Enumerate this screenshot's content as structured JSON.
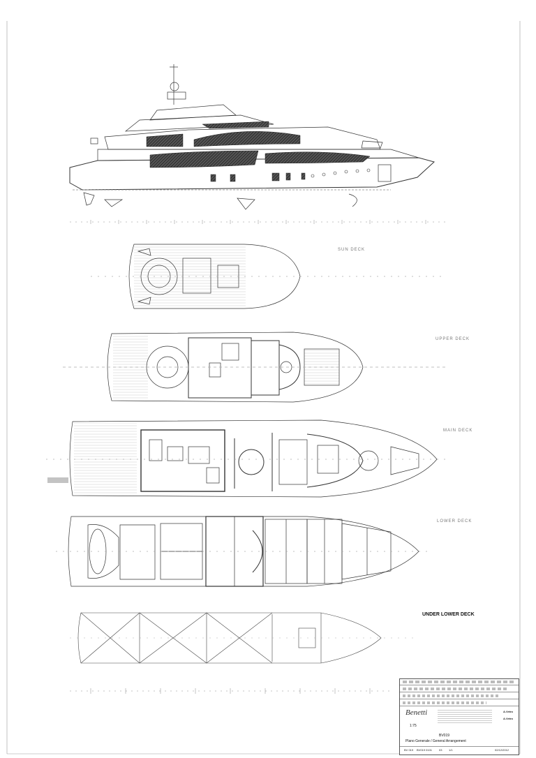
{
  "decks": {
    "sun_deck": "SUN DECK",
    "upper_deck": "UPPER DECK",
    "main_deck": "MAIN DECK",
    "lower_deck": "LOWER DECK",
    "under_lower_deck": "UNDER LOWER DECK"
  },
  "title_block": {
    "brand": "Benetti",
    "scale": "1:75",
    "project": "BV019",
    "drawing_title": "Plano Generale / General Arrangement",
    "footer": [
      "BV 019",
      "BV019 0101",
      "03",
      "1/1",
      "02/12/2012"
    ],
    "signatures": [
      "A.Vetro",
      "A.Vetro"
    ]
  },
  "colors": {
    "line": "#333333",
    "hatch": "#222222",
    "grid": "#aaaaaa"
  }
}
